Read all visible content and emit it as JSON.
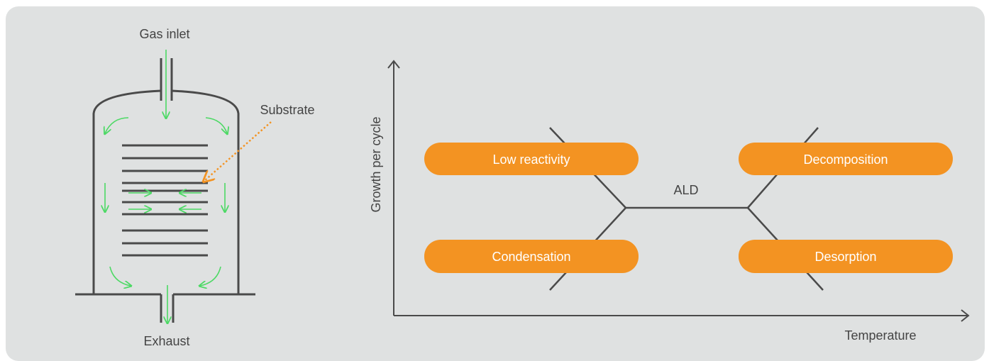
{
  "reactor": {
    "inlet_label": "Gas inlet",
    "exhaust_label": "Exhaust",
    "substrate_label": "Substrate"
  },
  "window": {
    "axis_y_label": "Growth per cycle",
    "axis_x_label": "Temperature",
    "ald_label": "ALD",
    "regions": {
      "low_reactivity": "Low reactivity",
      "condensation": "Condensation",
      "decomposition": "Decomposition",
      "desorption": "Desorption"
    }
  },
  "colors": {
    "background": "#dfe1e1",
    "stroke": "#4a4a4a",
    "flow_arrow": "#4cd964",
    "substrate_pointer": "#f39322",
    "region_fill": "#f39322"
  }
}
